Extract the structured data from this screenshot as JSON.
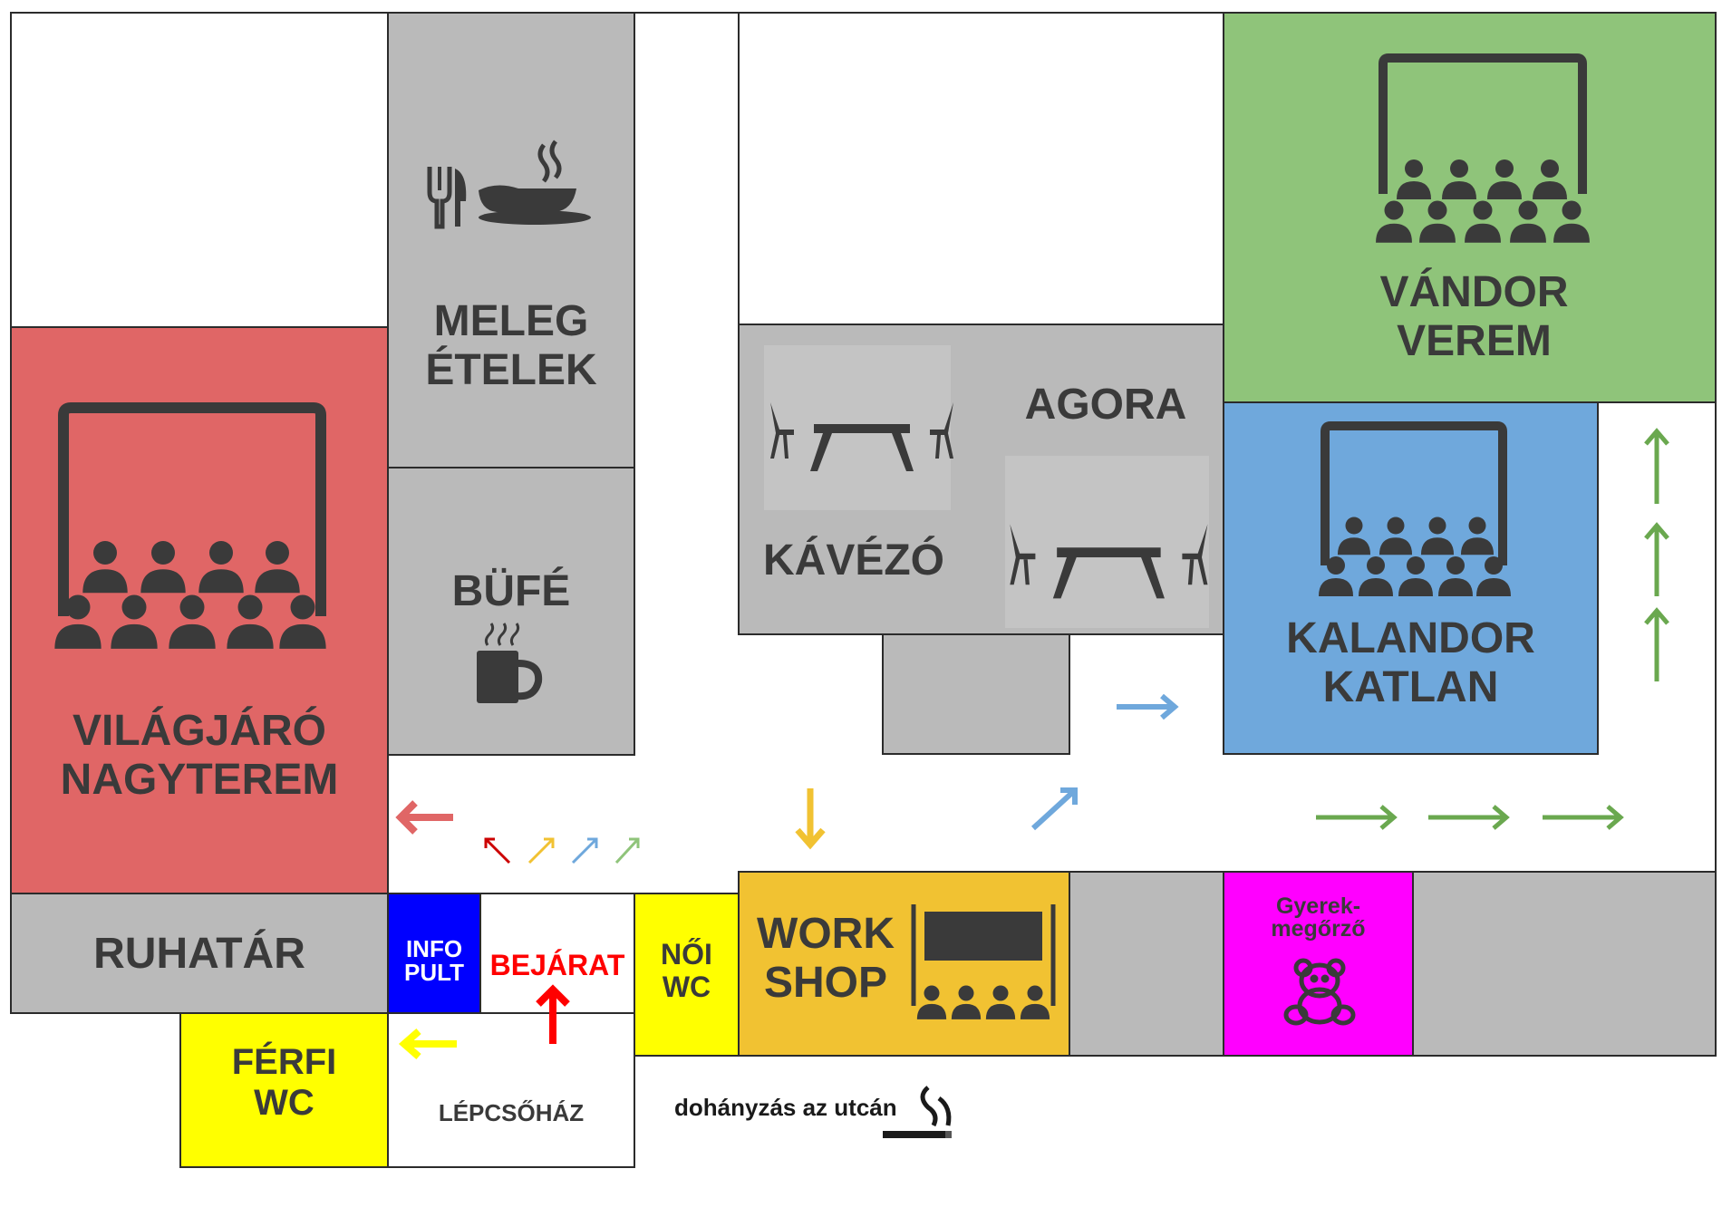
{
  "colors": {
    "grey": "#bababa",
    "red": "#e06666",
    "green": "#8fc47a",
    "blue": "#6fa8dc",
    "yellow": "#ffff00",
    "orange": "#f1c232",
    "magenta": "#ff00ff",
    "info_blue": "#0000ff",
    "icon_dark": "#3a3a3a",
    "entrance_red": "#ff0000"
  },
  "rooms": {
    "meleg_etelek": {
      "line1": "MELEG",
      "line2": "ÉTELEK",
      "icon": "dining-icon"
    },
    "bufe": {
      "label": "BÜFÉ",
      "icon": "coffee-cup-icon"
    },
    "vilagjaro": {
      "line1": "VILÁGJÁRÓ",
      "line2": "NAGYTEREM",
      "icon": "cinema-audience-icon"
    },
    "vandor": {
      "line1": "VÁNDOR",
      "line2": "VEREM",
      "icon": "cinema-audience-icon"
    },
    "kalandor": {
      "line1": "KALANDOR",
      "line2": "KATLAN",
      "icon": "cinema-audience-icon"
    },
    "agora": {
      "label": "AGORA",
      "icon": "table-chairs-icon"
    },
    "kavezo": {
      "label": "KÁVÉZÓ",
      "icon": "table-chairs-icon"
    },
    "ruhatar": {
      "label": "RUHATÁR"
    },
    "info": {
      "line1": "INFO",
      "line2": "PULT"
    },
    "bejarat": {
      "label": "BEJÁRAT"
    },
    "noi_wc": {
      "line1": "NŐI",
      "line2": "WC"
    },
    "ferfi_wc": {
      "line1": "FÉRFI",
      "line2": "WC"
    },
    "workshop": {
      "line1": "WORK",
      "line2": "SHOP",
      "icon": "presentation-icon"
    },
    "gyerek": {
      "line1": "Gyerek-",
      "line2": "megőrző",
      "icon": "teddy-bear-icon"
    },
    "lepcsohaz": {
      "label": "LÉPCSŐHÁZ"
    }
  },
  "smoking_note": {
    "text": "dohányzás az utcán",
    "icon": "cigarette-icon"
  }
}
